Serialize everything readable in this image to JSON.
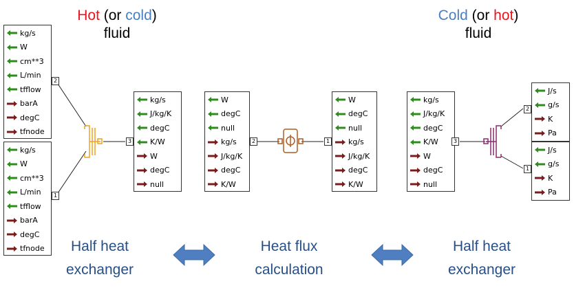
{
  "titles": {
    "left": {
      "part1": "Hot",
      "part2": " (or ",
      "part3": "cold",
      "part4": ")",
      "line2": "fluid"
    },
    "right": {
      "part1": "Cold",
      "part2": " (or ",
      "part3": "hot",
      "part4": ")",
      "line2": "fluid"
    }
  },
  "colors": {
    "in": "#2e8b1e",
    "out": "#7a1c1c",
    "caption": "#274f86",
    "double_arrow": "#4f7fc0",
    "splitter_left": "#f0a020",
    "splitter_right": "#8a2a6a",
    "flux_block": "#b05a20"
  },
  "ports": [
    {
      "id": "hot-top",
      "pin": "2",
      "rows": [
        [
          "in",
          "kg/s"
        ],
        [
          "in",
          "W"
        ],
        [
          "in",
          "cm**3"
        ],
        [
          "in",
          "L/min"
        ],
        [
          "in",
          "tfflow"
        ],
        [
          "out",
          "barA"
        ],
        [
          "out",
          "degC"
        ],
        [
          "out",
          "tfnode"
        ]
      ]
    },
    {
      "id": "hot-bottom",
      "pin": "1",
      "rows": [
        [
          "in",
          "kg/s"
        ],
        [
          "in",
          "W"
        ],
        [
          "in",
          "cm**3"
        ],
        [
          "in",
          "L/min"
        ],
        [
          "in",
          "tfflow"
        ],
        [
          "out",
          "barA"
        ],
        [
          "out",
          "degC"
        ],
        [
          "out",
          "tfnode"
        ]
      ]
    },
    {
      "id": "hot-out",
      "pin": "3",
      "rows": [
        [
          "in",
          "kg/s"
        ],
        [
          "in",
          "J/kg/K"
        ],
        [
          "in",
          "degC"
        ],
        [
          "in",
          "K/W"
        ],
        [
          "out",
          "W"
        ],
        [
          "out",
          "degC"
        ],
        [
          "out",
          "null"
        ]
      ]
    },
    {
      "id": "flux-left",
      "pin": "2",
      "rows": [
        [
          "in",
          "W"
        ],
        [
          "in",
          "degC"
        ],
        [
          "in",
          "null"
        ],
        [
          "out",
          "kg/s"
        ],
        [
          "out",
          "J/kg/K"
        ],
        [
          "out",
          "degC"
        ],
        [
          "out",
          "K/W"
        ]
      ]
    },
    {
      "id": "flux-right",
      "pin": "1",
      "rows": [
        [
          "in",
          "W"
        ],
        [
          "in",
          "degC"
        ],
        [
          "in",
          "null"
        ],
        [
          "out",
          "kg/s"
        ],
        [
          "out",
          "J/kg/K"
        ],
        [
          "out",
          "degC"
        ],
        [
          "out",
          "K/W"
        ]
      ]
    },
    {
      "id": "cold-in",
      "pin": "3",
      "rows": [
        [
          "in",
          "kg/s"
        ],
        [
          "in",
          "J/kg/K"
        ],
        [
          "in",
          "degC"
        ],
        [
          "in",
          "K/W"
        ],
        [
          "out",
          "W"
        ],
        [
          "out",
          "degC"
        ],
        [
          "out",
          "null"
        ]
      ]
    },
    {
      "id": "cold-top",
      "pin": "2",
      "rows": [
        [
          "in",
          "J/s"
        ],
        [
          "in",
          "g/s"
        ],
        [
          "out",
          "K"
        ],
        [
          "out",
          "Pa"
        ]
      ]
    },
    {
      "id": "cold-bottom",
      "pin": "1",
      "rows": [
        [
          "in",
          "J/s"
        ],
        [
          "in",
          "g/s"
        ],
        [
          "out",
          "K"
        ],
        [
          "out",
          "Pa"
        ]
      ]
    }
  ],
  "captions": {
    "left": "Half heat\nexchanger",
    "middle": "Heat flux\ncalculation",
    "right": "Half heat\nexchanger"
  }
}
